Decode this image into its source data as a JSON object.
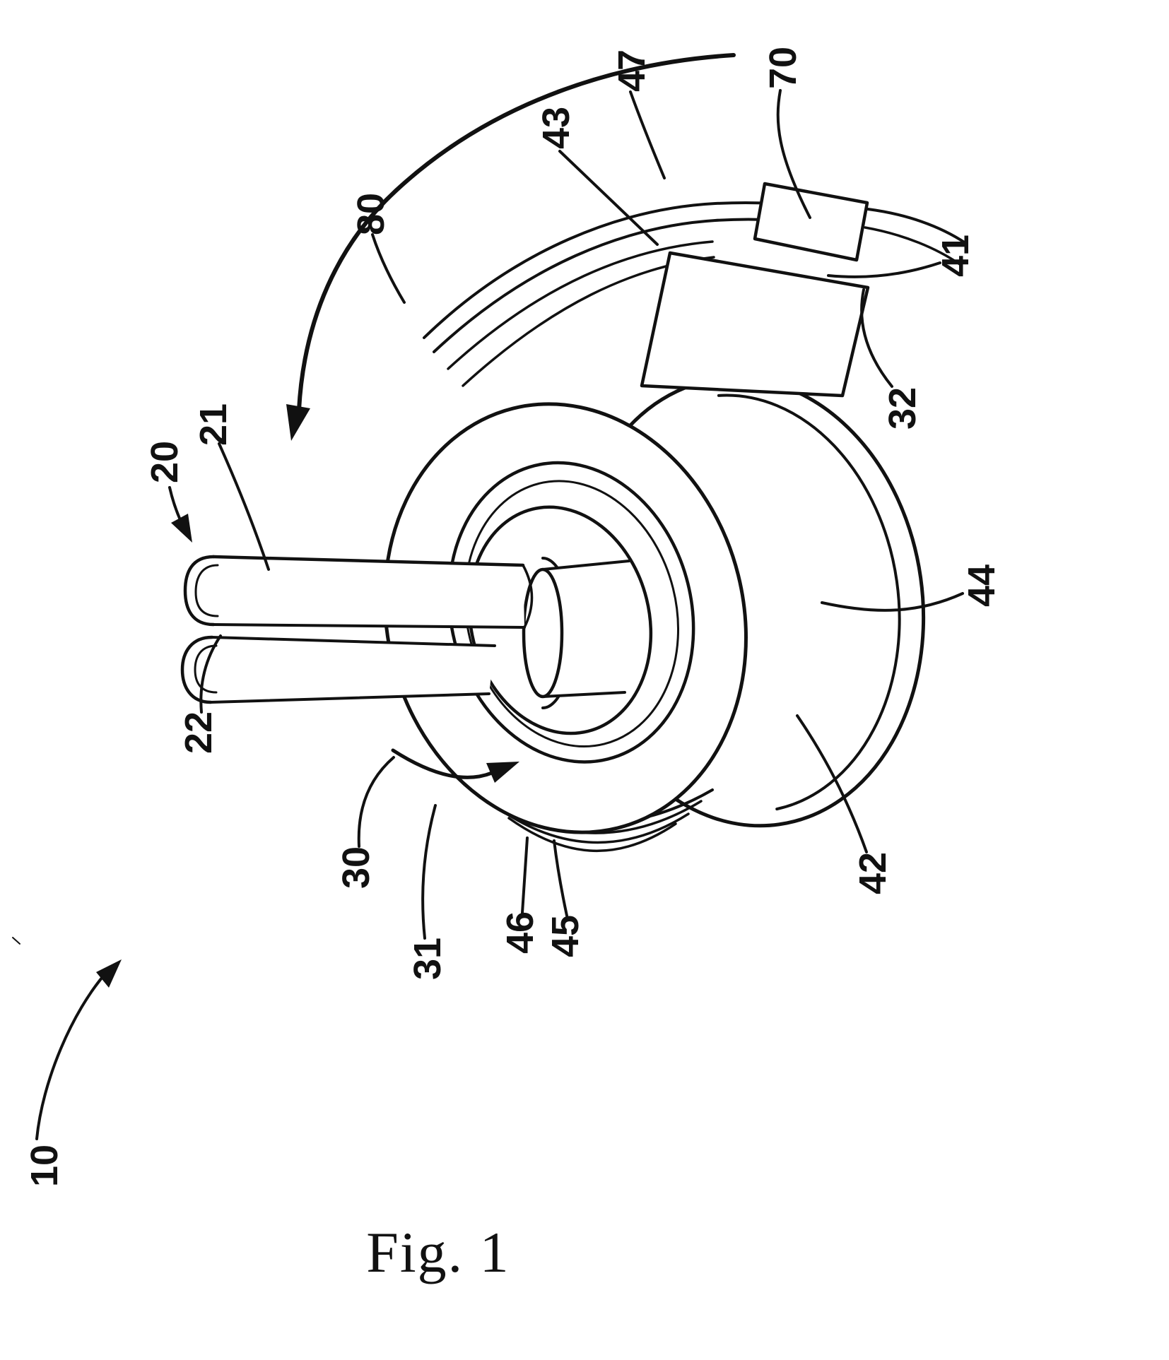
{
  "figure": {
    "caption": "Fig. 1"
  },
  "colors": {
    "ink": "#111111",
    "paper": "#ffffff"
  },
  "reference_labels": {
    "n10": {
      "text": "10"
    },
    "n20": {
      "text": "20"
    },
    "n21": {
      "text": "21"
    },
    "n22": {
      "text": "22"
    },
    "n30": {
      "text": "30"
    },
    "n31": {
      "text": "31"
    },
    "n32": {
      "text": "32"
    },
    "n41": {
      "text": "41"
    },
    "n42": {
      "text": "42"
    },
    "n43": {
      "text": "43"
    },
    "n44": {
      "text": "44"
    },
    "n45": {
      "text": "45"
    },
    "n46": {
      "text": "46"
    },
    "n47": {
      "text": "47"
    },
    "n70": {
      "text": "70"
    },
    "n80": {
      "text": "80"
    }
  }
}
